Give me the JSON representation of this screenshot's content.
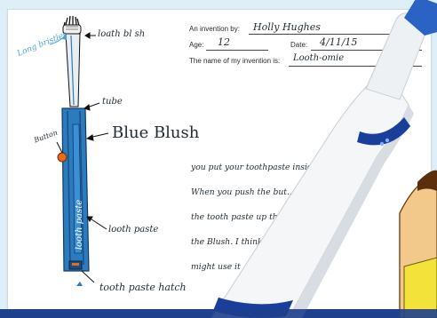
{
  "worksheet": {
    "inventor_label": "An invention by:",
    "inventor_name": "Holly Hughes",
    "age_label": "Age:",
    "age_value": "12",
    "date_label": "Date:",
    "date_value": "4/11/15",
    "invention_name_label": "The name of my invention is:",
    "invention_name_value": "Looth-omie"
  },
  "diagram_labels": {
    "brush_head": "loath bl sh",
    "side_note": "Long bristles",
    "tube": "tube",
    "blue_brush": "Blue Blush",
    "button": "Button",
    "tooth_paste_side": "looth paste",
    "tooth_paste_vertical": "looth paste",
    "hatch": "tooth paste hatch"
  },
  "description_lines": [
    "you put your toothpaste inside ... and",
    "When you push the but... presses",
    "the tooth paste up the ... into",
    "the Blush. I think pro... brush",
    "might use it"
  ],
  "colors": {
    "paper": "#ffffff",
    "background": "#dfeff7",
    "brush_blue": "#2b7bbf",
    "brush_dark": "#1c4e86",
    "button_orange": "#e46a1e",
    "photo_brush_white": "#f4f6f8",
    "photo_brush_blue": "#1a3f9a"
  }
}
